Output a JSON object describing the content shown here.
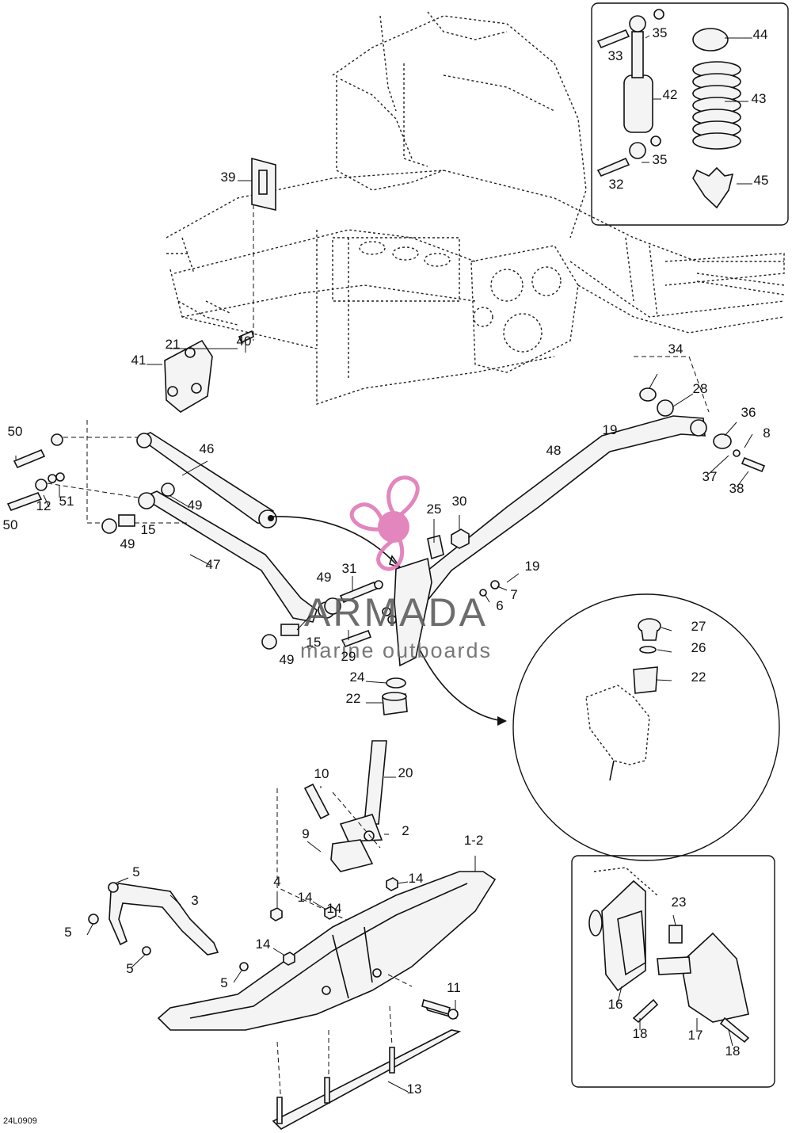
{
  "diagram": {
    "drawing_code": "24L0909",
    "callouts": [
      "1-2",
      "2",
      "3",
      "4",
      "5",
      "5",
      "5",
      "5",
      "6",
      "7",
      "8",
      "9",
      "10",
      "11",
      "12",
      "13",
      "14",
      "14",
      "14",
      "14",
      "15",
      "15",
      "16",
      "17",
      "18",
      "18",
      "19",
      "19",
      "20",
      "21",
      "22",
      "22",
      "23",
      "24",
      "25",
      "26",
      "27",
      "28",
      "29",
      "30",
      "31",
      "32",
      "33",
      "34",
      "35",
      "35",
      "36",
      "37",
      "38",
      "39",
      "40",
      "41",
      "42",
      "43",
      "44",
      "45",
      "46",
      "47",
      "48",
      "49",
      "49",
      "49",
      "49",
      "50",
      "50",
      "51"
    ]
  },
  "watermark": {
    "brand": "ARMADA",
    "tagline": "marine outboards",
    "logo_color": "#e07ab8"
  },
  "colors": {
    "line": "#111111",
    "background": "#ffffff"
  }
}
